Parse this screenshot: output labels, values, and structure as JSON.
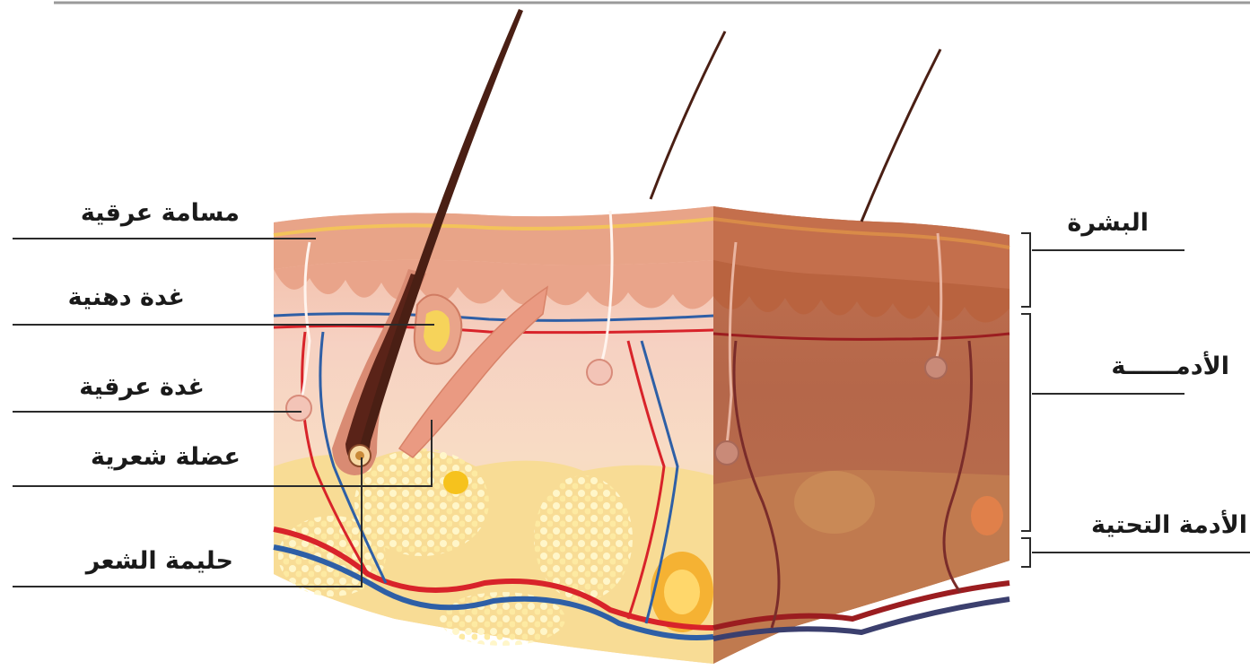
{
  "labels_left": {
    "sweat_pore": "مسامة عرقية",
    "sebaceous_gland": "غدة دهنية",
    "sweat_gland": "غدة عرقية",
    "hair_muscle": "عضلة شعرية",
    "hair_papilla": "حليمة الشعر"
  },
  "labels_right": {
    "epidermis": "البشرة",
    "dermis": "الأدمــــــة",
    "hypodermis": "الأدمة التحتية"
  },
  "colors": {
    "epidermis": "#e9a58a",
    "dermis": "#f3c9b4",
    "hypodermis": "#f7d9a4",
    "fat": "#fbe79a",
    "side_face": "#b86a4a",
    "artery": "#d8232a",
    "vein": "#2e5fa6",
    "hair": "#4a1f14",
    "leader": "#2b2b2b"
  }
}
